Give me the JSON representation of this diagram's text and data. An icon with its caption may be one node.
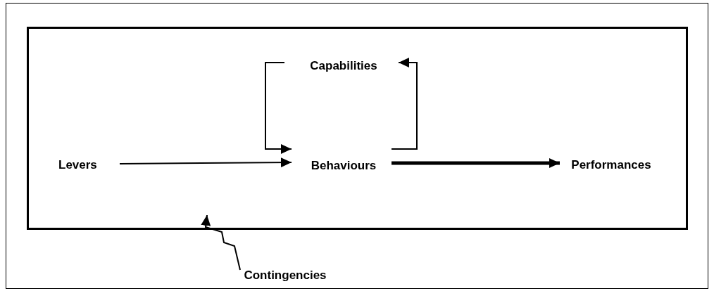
{
  "diagram": {
    "nodes": [
      {
        "text": [],
        "shape": "box"
      },
      {
        "text": [
          "Capabilities"
        ],
        "in": 0
      },
      {
        "text": [
          "Levers"
        ],
        "in": 0
      },
      {
        "text": [
          "Behaviours"
        ],
        "in": 0
      },
      {
        "text": [
          "Performances"
        ],
        "in": 0
      },
      {
        "text": [
          "Contingencies"
        ]
      }
    ],
    "edges": [
      {
        "from": 1,
        "to": 3,
        "arrow": "to"
      },
      {
        "from": 3,
        "to": 1,
        "arrow": "to"
      },
      {
        "from": 2,
        "to": 3,
        "arrow": "to"
      },
      {
        "from": 3,
        "to": 4,
        "arrow": "to",
        "style": "thick"
      },
      {
        "from": 5,
        "to": 0,
        "arrow": "to"
      }
    ]
  }
}
